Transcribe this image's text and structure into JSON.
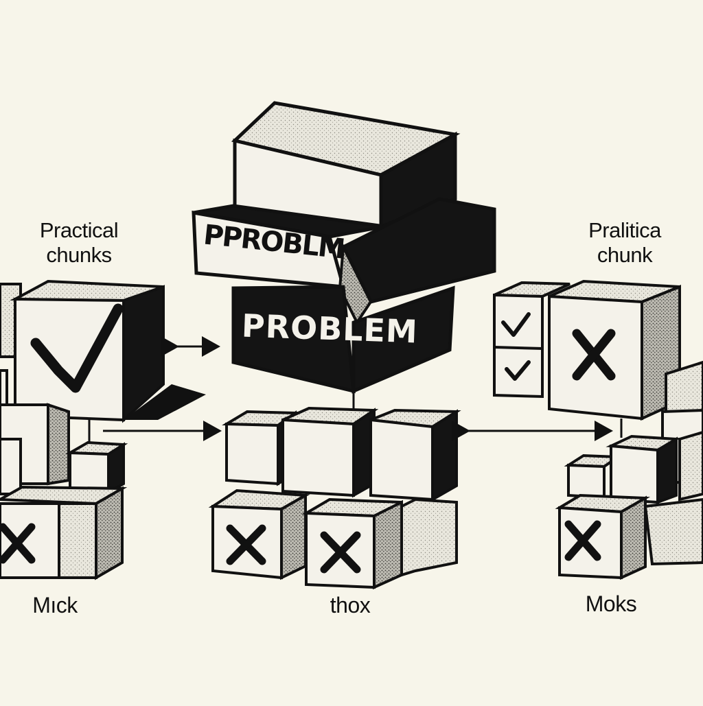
{
  "labels": {
    "left_top": [
      "Practical",
      "chunks"
    ],
    "right_top": [
      "Pralitica",
      "chunk"
    ],
    "left_bottom": "Mıck",
    "center_bottom": "thox",
    "right_bottom": "Moks"
  },
  "problem_box": {
    "band_text": "PPROBLM",
    "front_text": "PROBLEM"
  },
  "colors": {
    "background": "#f7f5ea",
    "ink": "#111111",
    "box_face": "#f4f2ea",
    "box_side": "#cfcdc4"
  },
  "icons": [
    "check-icon",
    "cross-icon",
    "double-arrow-icon",
    "arrow-icon"
  ]
}
